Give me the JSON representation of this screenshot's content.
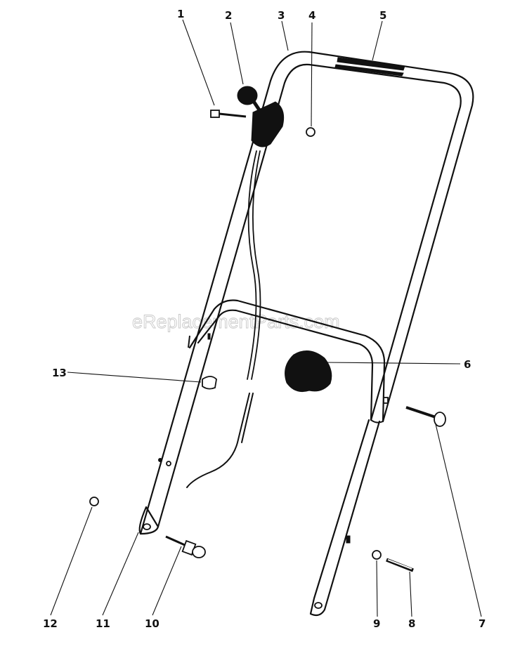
{
  "watermark": "eReplacementParts.com",
  "callouts": [
    "1",
    "2",
    "3",
    "4",
    "5",
    "6",
    "7",
    "8",
    "9",
    "10",
    "11",
    "12",
    "13"
  ],
  "colors": {
    "ink": "#111111",
    "background": "#ffffff",
    "watermark": "#c8c8c8"
  }
}
